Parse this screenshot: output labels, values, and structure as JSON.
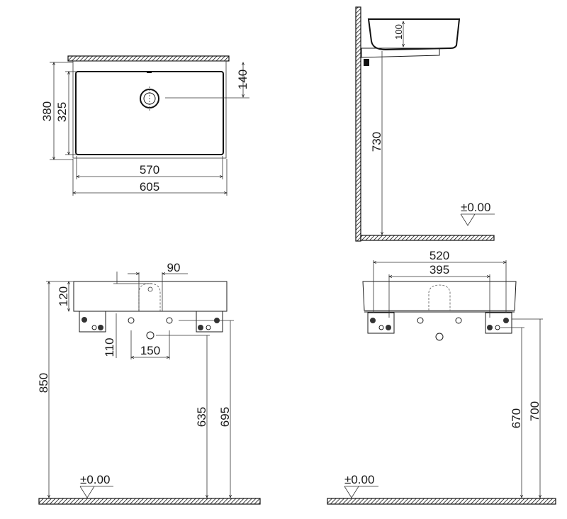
{
  "drawing": {
    "subject": "Washbasin installation dimensions",
    "units": "mm",
    "colors": {
      "line": "#1a1a1a",
      "background": "#ffffff"
    }
  },
  "top_view": {
    "overall_width": "605",
    "inner_width": "570",
    "overall_depth": "380",
    "inner_depth": "325",
    "drain_from_wall": "140"
  },
  "side_view": {
    "bowl_depth": "100",
    "bottom_height": "730",
    "floor_level": "±0.00"
  },
  "front_view_left": {
    "basin_height": "120",
    "tap_offset": "90",
    "bracket_to_hole": "110",
    "hole_spacing": "150",
    "total_height": "850",
    "drain_height": "635",
    "supply_height": "695",
    "floor_level": "±0.00"
  },
  "front_view_right": {
    "bracket_outer": "520",
    "bracket_inner": "395",
    "lower_fixing_height": "670",
    "upper_fixing_height": "700",
    "floor_level": "±0.00"
  }
}
